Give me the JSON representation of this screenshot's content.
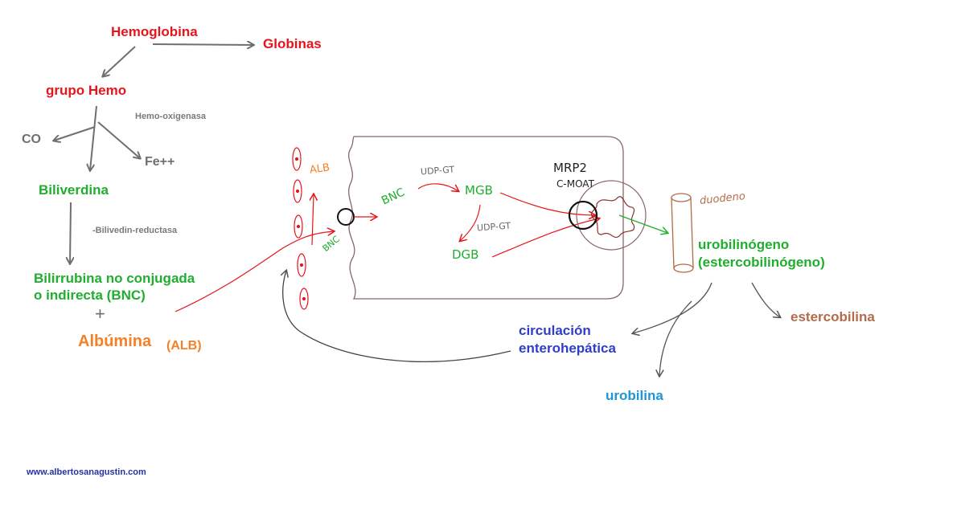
{
  "labels": {
    "hemoglobina": "Hemoglobina",
    "globinas": "Globinas",
    "grupo_hemo": "grupo Hemo",
    "hemo_oxigenasa": "Hemo-oxigenasa",
    "co": "CO",
    "fe": "Fe++",
    "biliverdina": "Biliverdina",
    "bilivedin_reductasa": "-Bilivedin-reductasa",
    "bnc_line1": "Bilirrubina no conjugada",
    "bnc_line2": "o indirecta (BNC)",
    "plus": "+",
    "albumina": "Albúmina",
    "alb_abbr": "(ALB)",
    "urobilinogeno_line1": "urobilinógeno",
    "urobilinogeno_line2": "(estercobilinógeno)",
    "estercobilina": "estercobilina",
    "circulacion_line1": "circulación",
    "circulacion_line2": "enterohepática",
    "urobilina": "urobilina",
    "website": "www.albertosanagustin.com"
  },
  "handwritten": {
    "alb": "ALB",
    "bnc_inside": "BNC",
    "bnc_membrane": "BNC",
    "udp_gt_1": "UDP-GT",
    "mgb": "MGB",
    "udp_gt_2": "UDP-GT",
    "dgb": "DGB",
    "mrp2": "MRP2",
    "cmoat": "C-MOAT",
    "duodeno": "duodeno"
  },
  "colors": {
    "red": "#e8141c",
    "green": "#1fae2e",
    "gray": "#6f6f6f",
    "orange": "#f58026",
    "blue": "#2f3ec8",
    "cyan": "#1e96d6",
    "brown": "#b36b4a",
    "link": "#2233aa"
  }
}
